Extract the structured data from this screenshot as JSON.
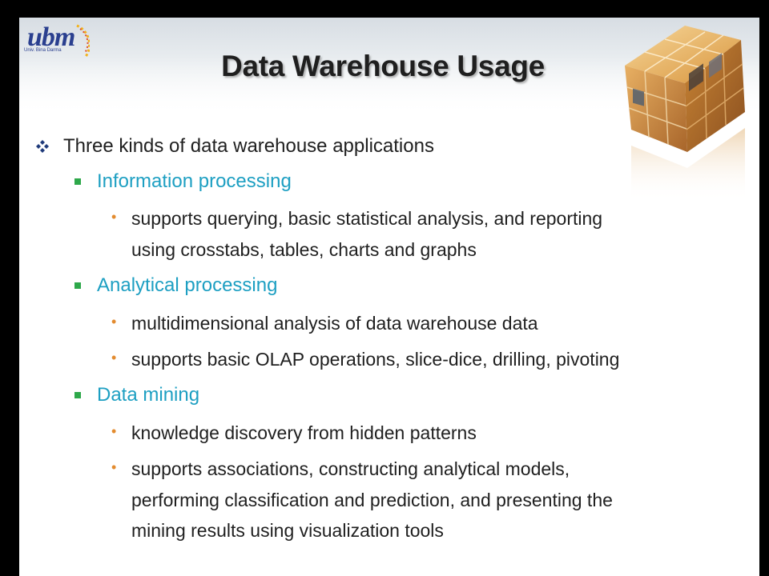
{
  "slide": {
    "title": "Data Warehouse Usage",
    "logo_text": "ubm",
    "logo_subtext": "Univ. Bina Darma"
  },
  "content": {
    "heading": "Three kinds of data warehouse applications",
    "sections": [
      {
        "label": "Information processing",
        "points": [
          [
            "supports querying, basic statistical analysis, and reporting",
            "using crosstabs, tables, charts and graphs"
          ]
        ]
      },
      {
        "label": "Analytical processing",
        "points": [
          [
            "multidimensional analysis of data warehouse data"
          ],
          [
            "supports basic OLAP operations, slice-dice, drilling, pivoting"
          ]
        ]
      },
      {
        "label": "Data mining",
        "points": [
          [
            "knowledge discovery from hidden patterns"
          ],
          [
            "supports associations, constructing analytical models,",
            "performing classification and prediction, and presenting the",
            "mining results using visualization tools"
          ]
        ]
      }
    ]
  },
  "colors": {
    "heading_text": "#1f1f1f",
    "subheading_text": "#1d9fc2",
    "square_bullet": "#2ea84a",
    "dot_bullet": "#e38b2f",
    "diamond_bullet": "#1f3a7a"
  },
  "icons": {
    "logo": "ubm-logo-icon",
    "decoration": "photo-cube-icon",
    "level1_bullet": "four-diamond-bullet-icon",
    "level2_bullet": "square-bullet-icon",
    "level3_bullet": "dot-bullet-icon"
  }
}
